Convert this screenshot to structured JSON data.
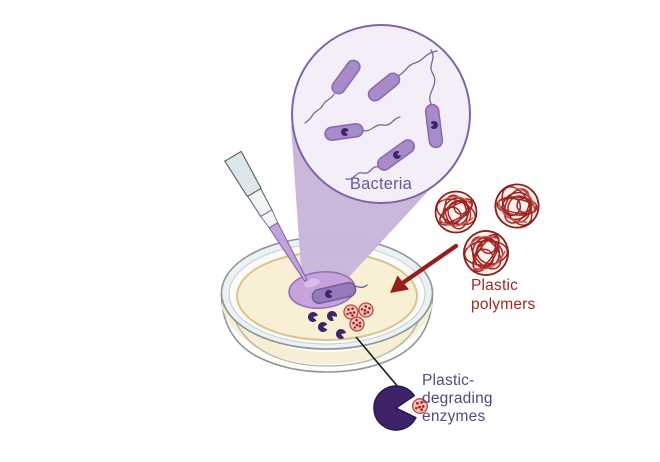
{
  "figure": {
    "labels": {
      "bacteria": "Bacteria",
      "plastic_polymers_line1": "Plastic",
      "plastic_polymers_line2": "polymers",
      "enzymes_line1": "Plastic-",
      "enzymes_line2": "degrading",
      "enzymes_line3": "enzymes"
    },
    "counts": {
      "bacteria_in_inset": 5,
      "polymer_balls": 3,
      "enzymes_on_dish": 4,
      "plastic_particles_on_dish": 3
    }
  },
  "colors": {
    "bacteria_fill": "#a98bc9",
    "bacteria_outline": "#8a6bb1",
    "flagellum": "#7a659c",
    "enzyme_purple": "#3f2368",
    "inset_fill": "#f4eef9",
    "inset_outline": "#7c65a5",
    "label_bacteria": "#6b5899",
    "cone_fill": "#c9b5da",
    "polymer_red": "#a12622",
    "polymer_ball_bg": "#fdf1ef",
    "polymer_outline": "#8e1f1c",
    "polymer_accent": "#cf5a52",
    "label_polymer": "#9c2a23",
    "arrow_red": "#971d1b",
    "bit_fill": "#f2c2bc",
    "bit_stroke": "#bf4a42",
    "bit_dot": "#9e221e",
    "agar_fill": "#f9efd5",
    "agar_edge": "#dcc28c",
    "dish_rim": "#ecf1f3",
    "dish_band": "#fafbfa",
    "dish_outline": "#8e989b",
    "wall_fill": "#fdfdf9",
    "droplet_fill": "#c7a3dc",
    "droplet_outline": "#9273b6",
    "droplet_bacterium_fill": "#9579b9",
    "droplet_bacterium_outline": "#77589b",
    "pipette_gray": "#dde6ea",
    "pipette_white": "#f2f5f6",
    "pipette_liquid": "#c4a3dd",
    "pipette_outline": "#5f6a70",
    "pipette_liquid_outline": "#8a6cae",
    "label_enzymes": "#564879",
    "leader_line": "#1c1c1c"
  }
}
